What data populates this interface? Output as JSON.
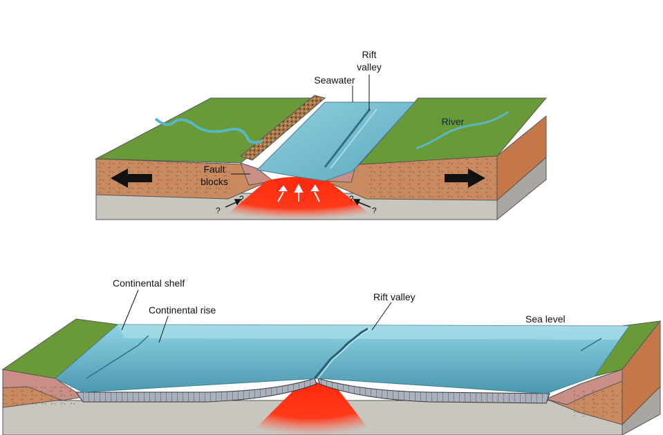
{
  "diagram_top": {
    "labels": {
      "rift_valley": [
        "Rift",
        "valley"
      ],
      "seawater": "Seawater",
      "river": "River",
      "fault_blocks": [
        "Fault",
        "blocks"
      ],
      "question_mark": "?"
    }
  },
  "diagram_bottom": {
    "labels": {
      "continental_shelf": "Continental shelf",
      "continental_rise": "Continental rise",
      "rift_valley": "Rift valley",
      "sea_level": "Sea level"
    }
  },
  "colors": {
    "grass": "#6a9a38",
    "crust": "#c98a5f",
    "mantle": "#c9c6c0",
    "magma": "#ff2a10",
    "water": "#7fc4d6",
    "deep_water": "#4e9bb3",
    "block": "#c98f86"
  }
}
